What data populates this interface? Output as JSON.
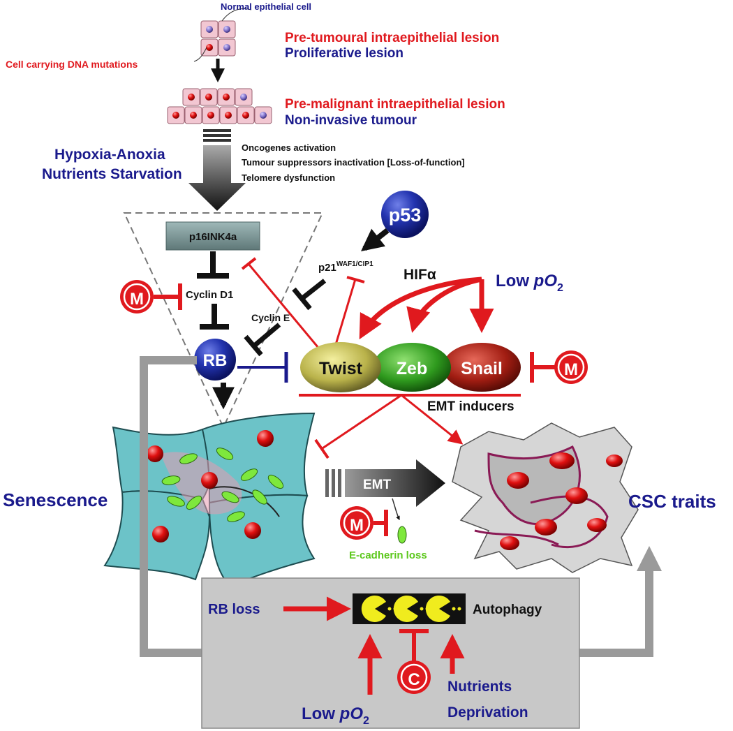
{
  "top": {
    "normal_cell": "Normal epithelial cell",
    "mutated_cell": "Cell carrying DNA mutations",
    "stage1_red": "Pre-tumoural intraepithelial lesion",
    "stage1_blue": "Proliferative lesion",
    "stage2_red": "Pre-malignant intraepithelial lesion",
    "stage2_blue": "Non-invasive tumour"
  },
  "stress": {
    "line1": "Hypoxia-Anoxia",
    "line2": "Nutrients Starvation"
  },
  "events": [
    "Oncogenes activation",
    "Tumour suppressors inactivation [Loss-of-function]",
    "Telomere dysfunction"
  ],
  "nodes": {
    "p16": "p16INK4a",
    "cyclin_d1": "Cyclin D1",
    "cyclin_e": "Cyclin E",
    "rb": "RB",
    "p53": "p53",
    "p21": "p21",
    "p21_sup": "WAF1/CIP1",
    "hif": "HIFα",
    "low_po2_main": "Low ",
    "low_po2_italic": "pO",
    "low_po2_sub": "2",
    "twist": "Twist",
    "zeb": "Zeb",
    "snail": "Snail",
    "emt_inducers": "EMT inducers",
    "m": "M"
  },
  "outcomes": {
    "senescence": "Senescence",
    "csc": "CSC traits",
    "emt": "EMT",
    "ecad": "E-cadherin loss"
  },
  "autophagy_box": {
    "rb_loss": "RB loss",
    "autophagy": "Autophagy",
    "c": "C",
    "low_main": "Low ",
    "low_italic": "pO",
    "low_sub": "2",
    "nutrients1": "Nutrients",
    "nutrients2": "Deprivation"
  },
  "colors": {
    "red": "#e0191e",
    "blue": "#1a1a8c",
    "box_gray": "#c8c8c8",
    "teal": "#6cc3c8"
  }
}
